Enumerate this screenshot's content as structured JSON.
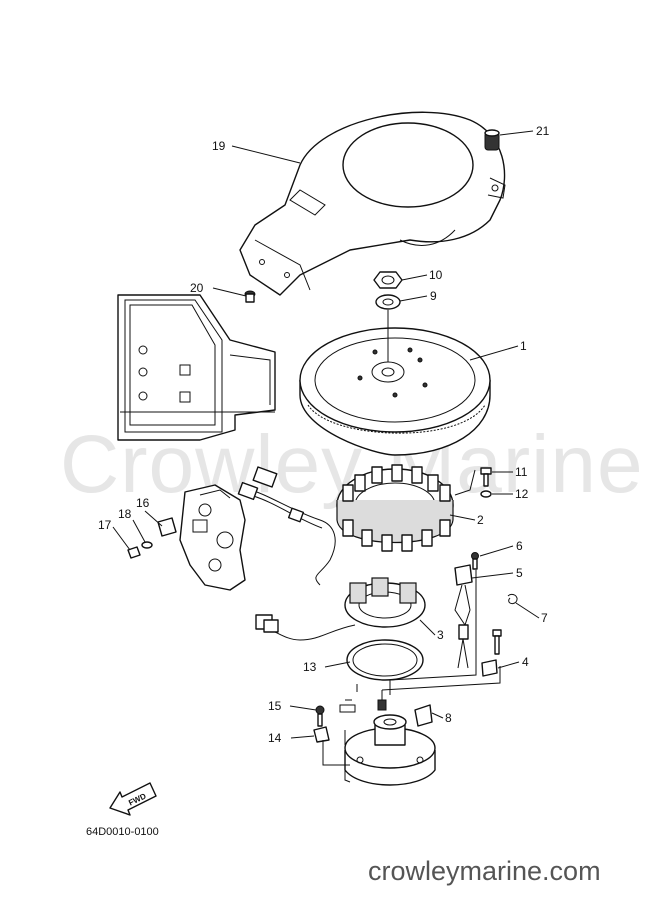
{
  "watermark": "Crowley Marine",
  "diagram_code": "64D0010-0100",
  "site_url": "crowleymarine.com",
  "fwd_label": "FWD",
  "callouts": [
    {
      "id": "1",
      "label": "1"
    },
    {
      "id": "2",
      "label": "2"
    },
    {
      "id": "3",
      "label": "3"
    },
    {
      "id": "4",
      "label": "4"
    },
    {
      "id": "5",
      "label": "5"
    },
    {
      "id": "6",
      "label": "6"
    },
    {
      "id": "7",
      "label": "7"
    },
    {
      "id": "8",
      "label": "8"
    },
    {
      "id": "9",
      "label": "9"
    },
    {
      "id": "10",
      "label": "10"
    },
    {
      "id": "11",
      "label": "11"
    },
    {
      "id": "12",
      "label": "12"
    },
    {
      "id": "13",
      "label": "13"
    },
    {
      "id": "14",
      "label": "14"
    },
    {
      "id": "15",
      "label": "15"
    },
    {
      "id": "16",
      "label": "16"
    },
    {
      "id": "17",
      "label": "17"
    },
    {
      "id": "18",
      "label": "18"
    },
    {
      "id": "19",
      "label": "19"
    },
    {
      "id": "20",
      "label": "20"
    },
    {
      "id": "21",
      "label": "21"
    }
  ]
}
